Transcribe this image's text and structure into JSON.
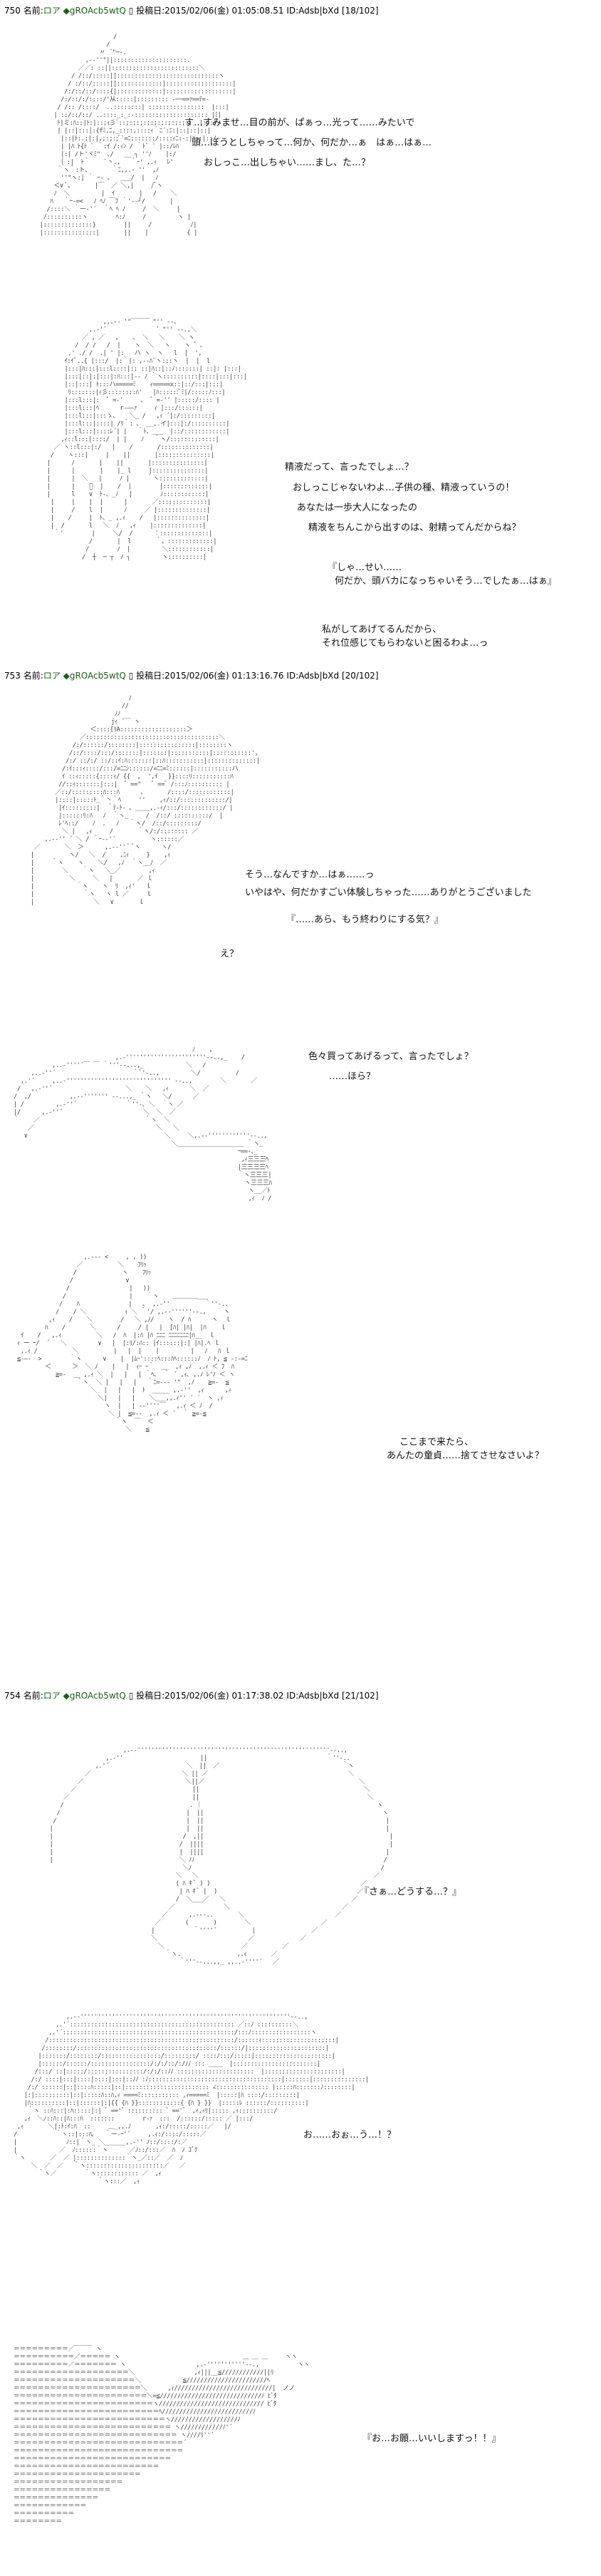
{
  "posts": [
    {
      "header": {
        "number": "750",
        "name_label": "名前:",
        "name": "ロア",
        "trip": "◆gROAcb5wtQ",
        "posted_label": "投稿日:",
        "date": "2015/02/06(金) 01:05:08.51",
        "id": "ID:Adsb|bXd",
        "page": "[18/102]"
      },
      "scenes": [
        {
          "lines": [
            "す…すみませ…目の前が、ぱぁっ…光って……みたいで",
            "頭…ぼうとしちゃって…何か、何だか…ぁ　はぁ…はぁ…",
            "おしっこ…出しちゃい……まし、た…？"
          ]
        },
        {
          "lines": [
            "精液だって、言ったでしょ…？",
            "おしっこじゃないわよ…子供の種、精液っていうの！",
            "あなたは一歩大人になったの",
            "精液をちんこから出すのは、射精ってんだからね？",
            "『しゃ…せい……",
            "何だか、頭バカになっちゃいそう…でしたぁ…はぁ』",
            "私がしてあげてるんだから、",
            "それ位感じてもらわないと困るわよ…っ"
          ]
        }
      ]
    },
    {
      "header": {
        "number": "753",
        "name_label": "名前:",
        "name": "ロア",
        "trip": "◆gROAcb5wtQ",
        "posted_label": "投稿日:",
        "date": "2015/02/06(金) 01:13:16.76",
        "id": "ID:Adsb|bXd",
        "page": "[20/102]"
      },
      "scenes": [
        {
          "lines": [
            "そう…なんですか…はぁ……っ",
            "いやはや、何だかすごい体験しちゃった……ありがとうございました",
            "『……あら、もう終わりにする気？』",
            "え？"
          ]
        },
        {
          "lines": [
            "色々買ってあげるって、言ったでしょ？",
            "……ほら？"
          ]
        },
        {
          "lines": [
            "ここまで来たら、",
            "あんたの童貞……捨てさせなさいよ？"
          ]
        }
      ]
    },
    {
      "header": {
        "number": "754",
        "name_label": "名前:",
        "name": "ロア",
        "trip": "◆gROAcb5wtQ",
        "posted_label": "投稿日:",
        "date": "2015/02/06(金) 01:17:38.02",
        "id": "ID:Adsb|bXd",
        "page": "[21/102]"
      },
      "scenes": [
        {
          "lines": [
            "『さぁ…どうする…？』"
          ]
        },
        {
          "lines": [
            "お……おぉ…う…！？"
          ]
        },
        {
          "lines": [
            "『お…お願…いいしますっ！！』"
          ]
        }
      ]
    }
  ]
}
